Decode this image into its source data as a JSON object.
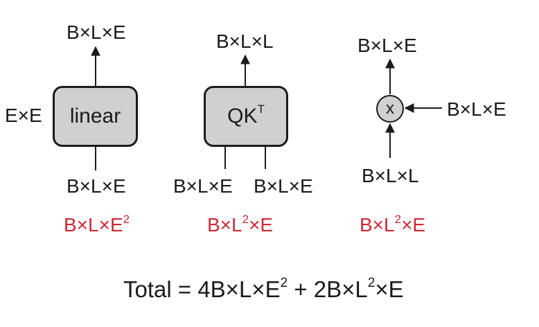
{
  "linear_block": {
    "box_label": "linear",
    "left_input": "E×E",
    "output": "B×L×E",
    "input": "B×L×E",
    "cost_base": "B×L×E",
    "cost_exp": "2"
  },
  "qk_block": {
    "box_label": "QK",
    "box_sup": "T",
    "output": "B×L×L",
    "input_left": "B×L×E",
    "input_right": "B×L×E",
    "cost_pre": "B×L",
    "cost_exp": "2",
    "cost_post": "×E"
  },
  "mult_block": {
    "symbol": "x",
    "output": "B×L×E",
    "right_input": "B×L×E",
    "bottom_input": "B×L×L",
    "cost_pre": "B×L",
    "cost_exp": "2",
    "cost_post": "×E"
  },
  "total": {
    "part1": "Total = 4B×L×E",
    "exp1": "2",
    "part2": " + 2B×L",
    "exp2": "2",
    "part3": "×E"
  },
  "colors": {
    "cost": "#cc2a36",
    "box_fill": "#d0d0d0",
    "stroke": "#1a1a1a"
  }
}
